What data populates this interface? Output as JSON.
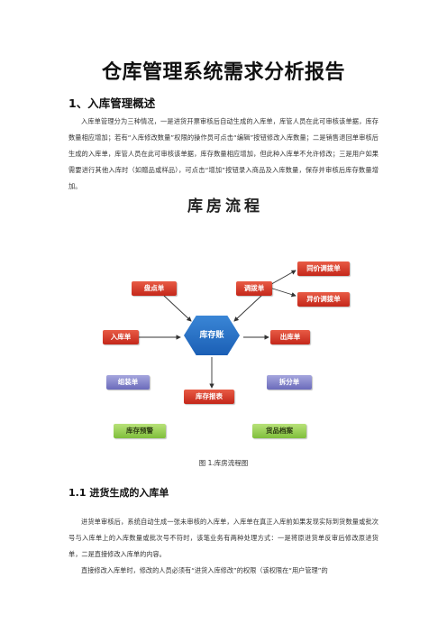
{
  "document": {
    "title": "仓库管理系统需求分析报告",
    "section1": {
      "heading": "1、入库管理概述",
      "paragraph": "入库单管理分为三种情况，一是进货开票审核后自动生成的入库单，库管人员在此可审核该单据，库存数量相应增加；若有“入库修改数量”权限的操作员可点击“编辑”按钮修改入库数量；二是销售退回单审核后生成的入库单，库管人员在此可审核该单据，库存数量相应增加，但此种入库单不允许修改；三是用户如果需要进行其他入库时（如赠品或样品），可点击“增加”按钮录入商品及入库数量，保存并审核后库存数量增加。"
    },
    "figure": {
      "title": "库房流程",
      "center": "库存账",
      "boxes": {
        "pandian": "盘点单",
        "diaobo": "调拨单",
        "tongjia": "同价调拨单",
        "yijia": "异价调拨单",
        "ruku": "入库单",
        "chuku": "出库单",
        "zuzhuang": "组装单",
        "chaifen": "拆分单",
        "baobiao": "库存报表",
        "yujing": "库存预警",
        "dangan": "货品档案"
      },
      "caption": "图 1.库房流程图"
    },
    "section11": {
      "heading": "1.1  进货生成的入库单",
      "paragraph1": "进货单审核后，系统自动生成一张未审核的入库单，入库单在真正入库前如果发现实际到货数量或批次号与入库单上的入库数量或批次号不符时，该笔业务有两种处理方式：一是将原进货单反审后修改原进货单，二是直接修改入库单的内容。",
      "paragraph2": "直接修改入库单时，修改的人员必须有“进货入库修改”的权限（该权限在“用户管理”的"
    }
  }
}
